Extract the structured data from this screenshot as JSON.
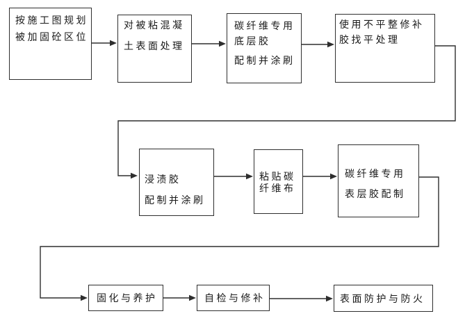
{
  "theme": {
    "background": "#ffffff",
    "line_color": "#2e2e2e",
    "text_color": "#1a1a1a"
  },
  "flowchart": {
    "boxes": [
      {
        "id": "step-plan-reinforcement-area",
        "lines": [
          "按施工图规划",
          "被加固砼区位"
        ]
      },
      {
        "id": "step-concrete-surface-treatment",
        "lines": [
          "对被粘混凝",
          "土表面处理"
        ]
      },
      {
        "id": "step-primer-adhesive",
        "lines": [
          "碳纤维专用",
          "底层胶",
          "配制并涂刷"
        ]
      },
      {
        "id": "step-leveling-repair",
        "lines": [
          "使用不平整修补",
          "胶找平处理"
        ]
      },
      {
        "id": "step-impregnating-adhesive",
        "lines": [
          "浸渍胶",
          "配制并涂刷"
        ]
      },
      {
        "id": "step-paste-carbon-fiber",
        "lines": [
          "粘贴碳",
          "纤维布"
        ]
      },
      {
        "id": "step-top-coat-adhesive",
        "lines": [
          "碳纤维专用",
          "表层胶配制"
        ]
      },
      {
        "id": "step-curing-maintenance",
        "lines": [
          "固化与养护"
        ]
      },
      {
        "id": "step-self-check-repair",
        "lines": [
          "自检与修补"
        ]
      },
      {
        "id": "step-surface-protection",
        "lines": [
          "表面防护与防火"
        ]
      }
    ],
    "edges": [
      {
        "from": "step-plan-reinforcement-area",
        "to": "step-concrete-surface-treatment"
      },
      {
        "from": "step-concrete-surface-treatment",
        "to": "step-primer-adhesive"
      },
      {
        "from": "step-primer-adhesive",
        "to": "step-leveling-repair"
      },
      {
        "from": "step-leveling-repair",
        "to": "step-impregnating-adhesive"
      },
      {
        "from": "step-impregnating-adhesive",
        "to": "step-paste-carbon-fiber"
      },
      {
        "from": "step-paste-carbon-fiber",
        "to": "step-top-coat-adhesive"
      },
      {
        "from": "step-top-coat-adhesive",
        "to": "step-curing-maintenance"
      },
      {
        "from": "step-curing-maintenance",
        "to": "step-self-check-repair"
      },
      {
        "from": "step-self-check-repair",
        "to": "step-surface-protection"
      }
    ]
  }
}
